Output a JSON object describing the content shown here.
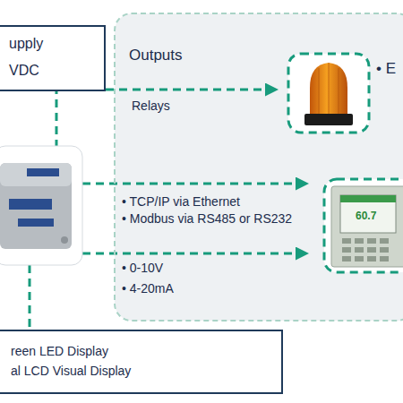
{
  "diagram": {
    "nodes": [
      {
        "text": [
          "upply",
          "VDC"
        ]
      },
      {
        "text": [
          "Outputs"
        ]
      },
      {
        "text": [
          "reen LED Display",
          "al LCD Visual Display"
        ]
      }
    ],
    "labels": [
      "Relays",
      "• TCP/IP via Ethernet",
      "• Modbus via RS485 or RS232",
      "• 0-10V",
      "• 4-20mA",
      "• E",
      "60.7"
    ]
  }
}
